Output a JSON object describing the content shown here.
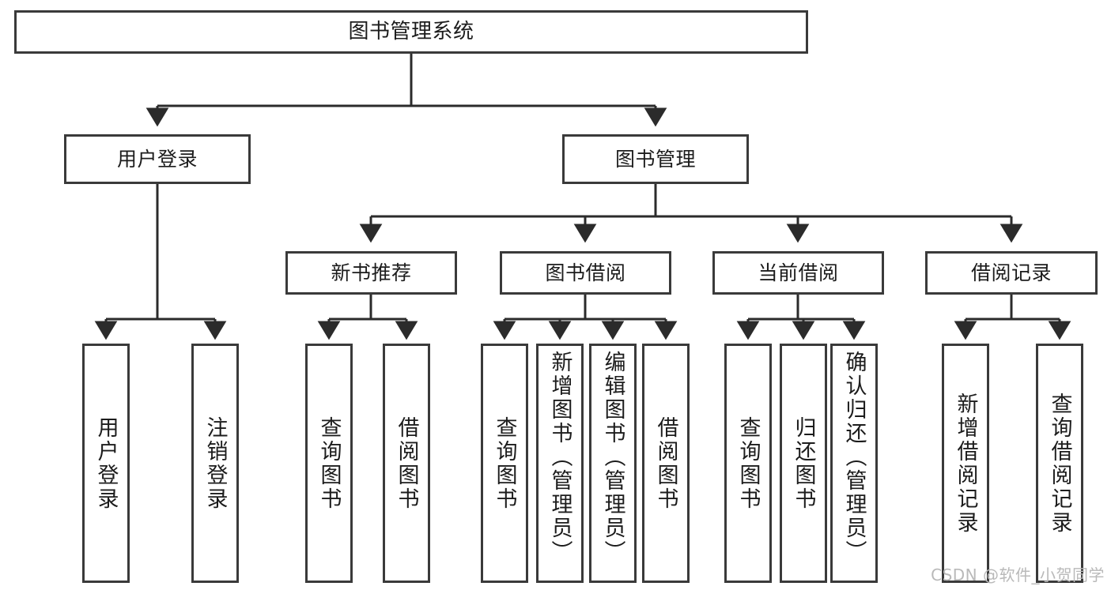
{
  "diagram": {
    "title": "图书管理系统",
    "type": "tree-structure-chart",
    "root": {
      "id": "root",
      "label": "图书管理系统"
    },
    "level2": [
      {
        "id": "user-login",
        "label": "用户登录"
      },
      {
        "id": "book-manage",
        "label": "图书管理"
      }
    ],
    "level3": [
      {
        "id": "new-book-rec",
        "label": "新书推荐"
      },
      {
        "id": "book-borrow",
        "label": "图书借阅"
      },
      {
        "id": "current-borrow",
        "label": "当前借阅"
      },
      {
        "id": "borrow-record",
        "label": "借阅记录"
      }
    ],
    "leaves": [
      {
        "id": "leaf-user-login",
        "label": "用户登录",
        "parent": "user-login"
      },
      {
        "id": "leaf-user-logout",
        "label": "注销登录",
        "parent": "user-login"
      },
      {
        "id": "leaf-query-book-1",
        "label": "查询图书",
        "parent": "new-book-rec"
      },
      {
        "id": "leaf-borrow-book-1",
        "label": "借阅图书",
        "parent": "new-book-rec"
      },
      {
        "id": "leaf-query-book-2",
        "label": "查询图书",
        "parent": "book-borrow"
      },
      {
        "id": "leaf-add-book",
        "label": "新增图书（管理员）",
        "parent": "book-borrow"
      },
      {
        "id": "leaf-edit-book",
        "label": "编辑图书（管理员）",
        "parent": "book-borrow"
      },
      {
        "id": "leaf-borrow-book-2",
        "label": "借阅图书",
        "parent": "book-borrow"
      },
      {
        "id": "leaf-query-book-3",
        "label": "查询图书",
        "parent": "current-borrow"
      },
      {
        "id": "leaf-return-book",
        "label": "归还图书",
        "parent": "current-borrow"
      },
      {
        "id": "leaf-confirm-return",
        "label": "确认归还（管理员）",
        "parent": "current-borrow"
      },
      {
        "id": "leaf-add-record",
        "label": "新增借阅记录",
        "parent": "borrow-record"
      },
      {
        "id": "leaf-query-record",
        "label": "查询借阅记录",
        "parent": "borrow-record"
      }
    ],
    "colors": {
      "border": "#3a3a3a",
      "text": "#1c1c1c",
      "background": "#ffffff",
      "connector": "#2b2b2b",
      "watermark": "#b9b9b9"
    }
  },
  "watermark": {
    "text": "CSDN @软件_小贺同学"
  }
}
